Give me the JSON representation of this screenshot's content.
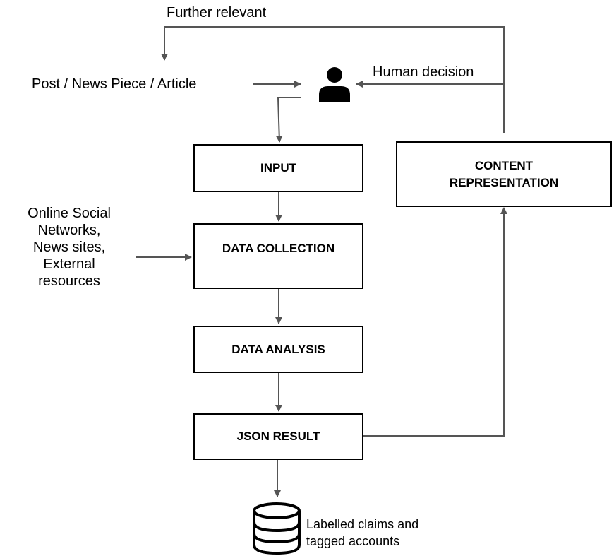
{
  "labels": {
    "further_relevant": "Further relevant",
    "post_source": "Post / News Piece / Article",
    "human_decision": "Human decision",
    "external_sources": [
      "Online Social",
      "Networks,",
      "News sites,",
      "External",
      "resources"
    ],
    "output_labels": [
      "Labelled claims and",
      "tagged accounts"
    ]
  },
  "boxes": {
    "input": "INPUT",
    "data_collection": "DATA COLLECTION",
    "data_analysis": "DATA ANALYSIS",
    "json_result": "JSON RESULT",
    "content_representation": [
      "CONTENT",
      "REPRESENTATION"
    ]
  },
  "icons": {
    "user": "user-icon",
    "database": "database-icon"
  },
  "colors": {
    "box_border": "#000000",
    "arrow": "#555555",
    "text": "#000000"
  }
}
